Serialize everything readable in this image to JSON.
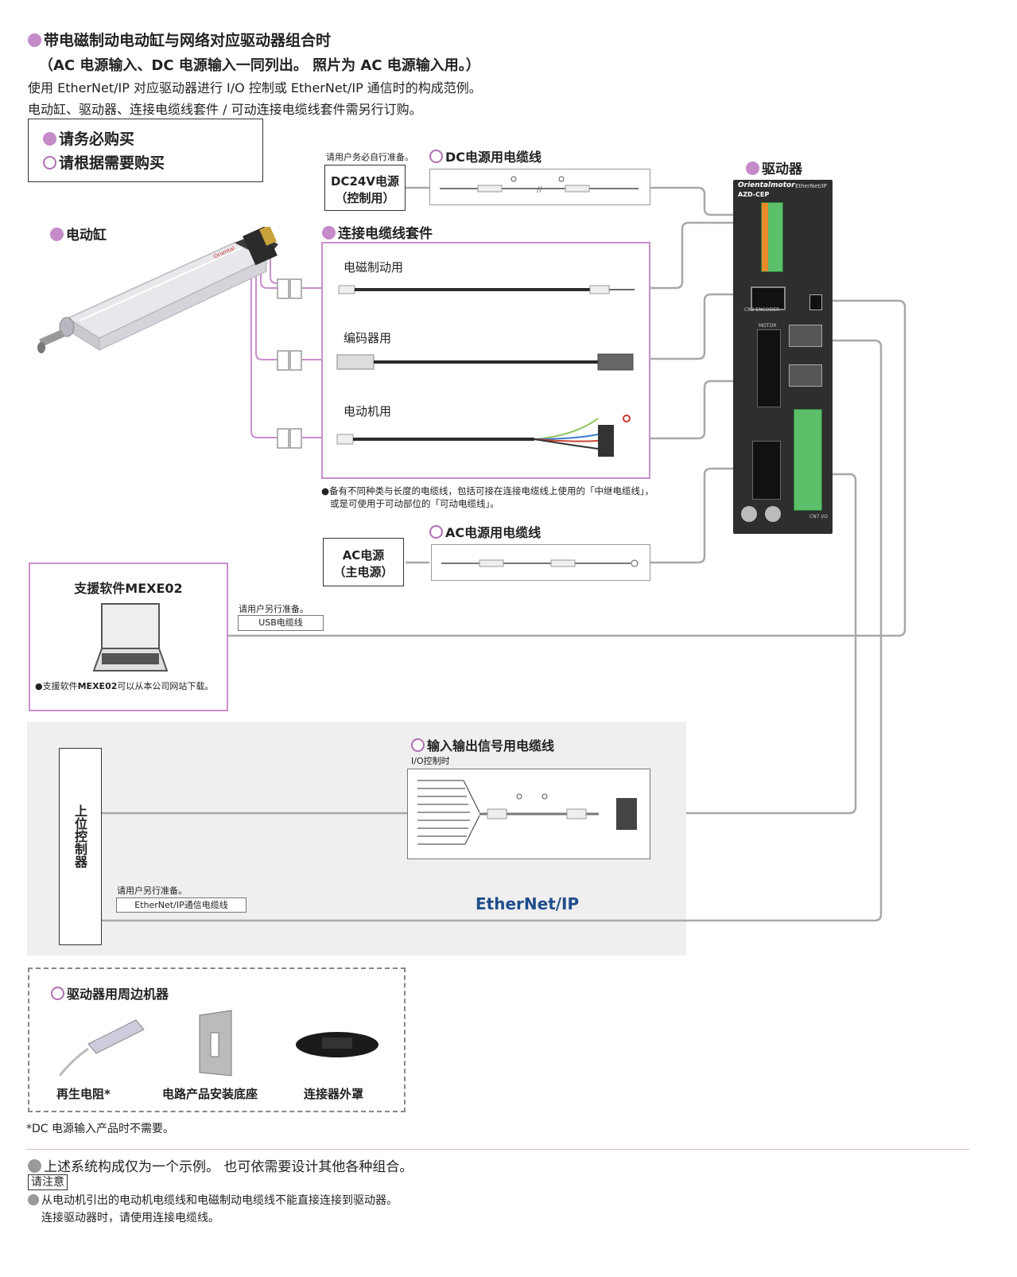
{
  "header": {
    "title": "带电磁制动电动缸与网络对应驱动器组合时",
    "subtitle": "（AC 电源输入、DC 电源输入一同列出。 照片为 AC 电源输入用。）",
    "desc1": "使用 EtherNet/IP 对应驱动器进行 I/O 控制或 EtherNet/IP 通信时的构成范例。",
    "desc2": "电动缸、驱动器、连接电缆线套件 / 可动连接电缆线套件需另行订购。"
  },
  "legend": {
    "must_buy": "请务必购买",
    "optional": "请根据需要购买"
  },
  "actuator": {
    "label": "电动缸"
  },
  "driver": {
    "label": "驱动器",
    "brand": "Orientalmotor",
    "model": "AZD-CEP",
    "network": "EtherNet/IP",
    "port_cn2": "CN2 ENCODER",
    "port_motor": "MOTOR",
    "port_cn7": "CN7 I/O"
  },
  "dc_supply": {
    "note": "请用户务必自行准备。",
    "box_line1": "DC24V电源",
    "box_line2": "（控制用）",
    "cable_label": "DC电源用电缆线"
  },
  "kit": {
    "label": "连接电缆线套件",
    "brake": "电磁制动用",
    "encoder": "编码器用",
    "motor": "电动机用",
    "note1": "●备有不同种类与长度的电缆线，包括可接在连接电缆线上使用的「中继电缆线」，",
    "note2": "或是可使用于可动部位的「可动电缆线」。"
  },
  "ac_supply": {
    "box_line1": "AC电源",
    "box_line2": "（主电源）",
    "cable_label": "AC电源用电缆线"
  },
  "software": {
    "title": "支援软件MEXE02",
    "note_prefix": "●支援软件",
    "note_bold": "MEXE02",
    "note_suffix": "可以从本公司网站下载。",
    "usb_note": "请用户另行准备。",
    "usb_label": "USB电缆线"
  },
  "io": {
    "cable_label": "输入输出信号用电缆线",
    "sub": "I/O控制时"
  },
  "host": {
    "label": "上位控制器",
    "eth_note": "请用户另行准备。",
    "eth_label": "EtherNet/IP通信电缆线",
    "logo": "EtherNet/IP"
  },
  "peripherals": {
    "label": "驱动器用周边机器",
    "items": [
      "再生电阻*",
      "电路产品安装底座",
      "连接器外罩"
    ],
    "footnote": "*DC 电源输入产品时不需要。"
  },
  "footer": {
    "example": "上述系统构成仅为一个示例。 也可依需要设计其他各种组合。",
    "attention": "请注意",
    "warn1": "从电动机引出的电动机电缆线和电磁制动电缆线不能直接连接到驱动器。",
    "warn2": "连接驱动器时，请使用连接电缆线。"
  },
  "colors": {
    "accent_purple": "#c58ac8",
    "line_gray": "#a8a8a8",
    "gray_panel": "#efefef"
  }
}
